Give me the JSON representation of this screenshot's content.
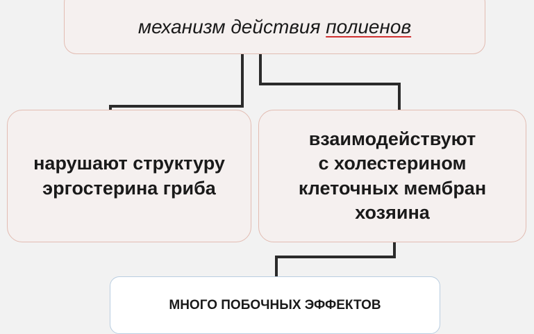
{
  "diagram": {
    "top": {
      "prefix": "механизм действия ",
      "underlined": "полиенов"
    },
    "left": {
      "lines": [
        "нарушают структуру",
        "эргостерина гриба"
      ]
    },
    "right": {
      "lines": [
        "взаимодействуют",
        "с холестерином",
        "клеточных мембран",
        "хозяина"
      ]
    },
    "bottom": {
      "text": "МНОГО ПОБОЧНЫХ ЭФФЕКТОВ"
    }
  },
  "colors": {
    "background": "#f2f2f2",
    "node_fill": "#f5f0ef",
    "node_border": "#e2bcb2",
    "bottom_border": "#b9cde0",
    "connector": "#2b2b2b",
    "underline": "#d03030"
  }
}
